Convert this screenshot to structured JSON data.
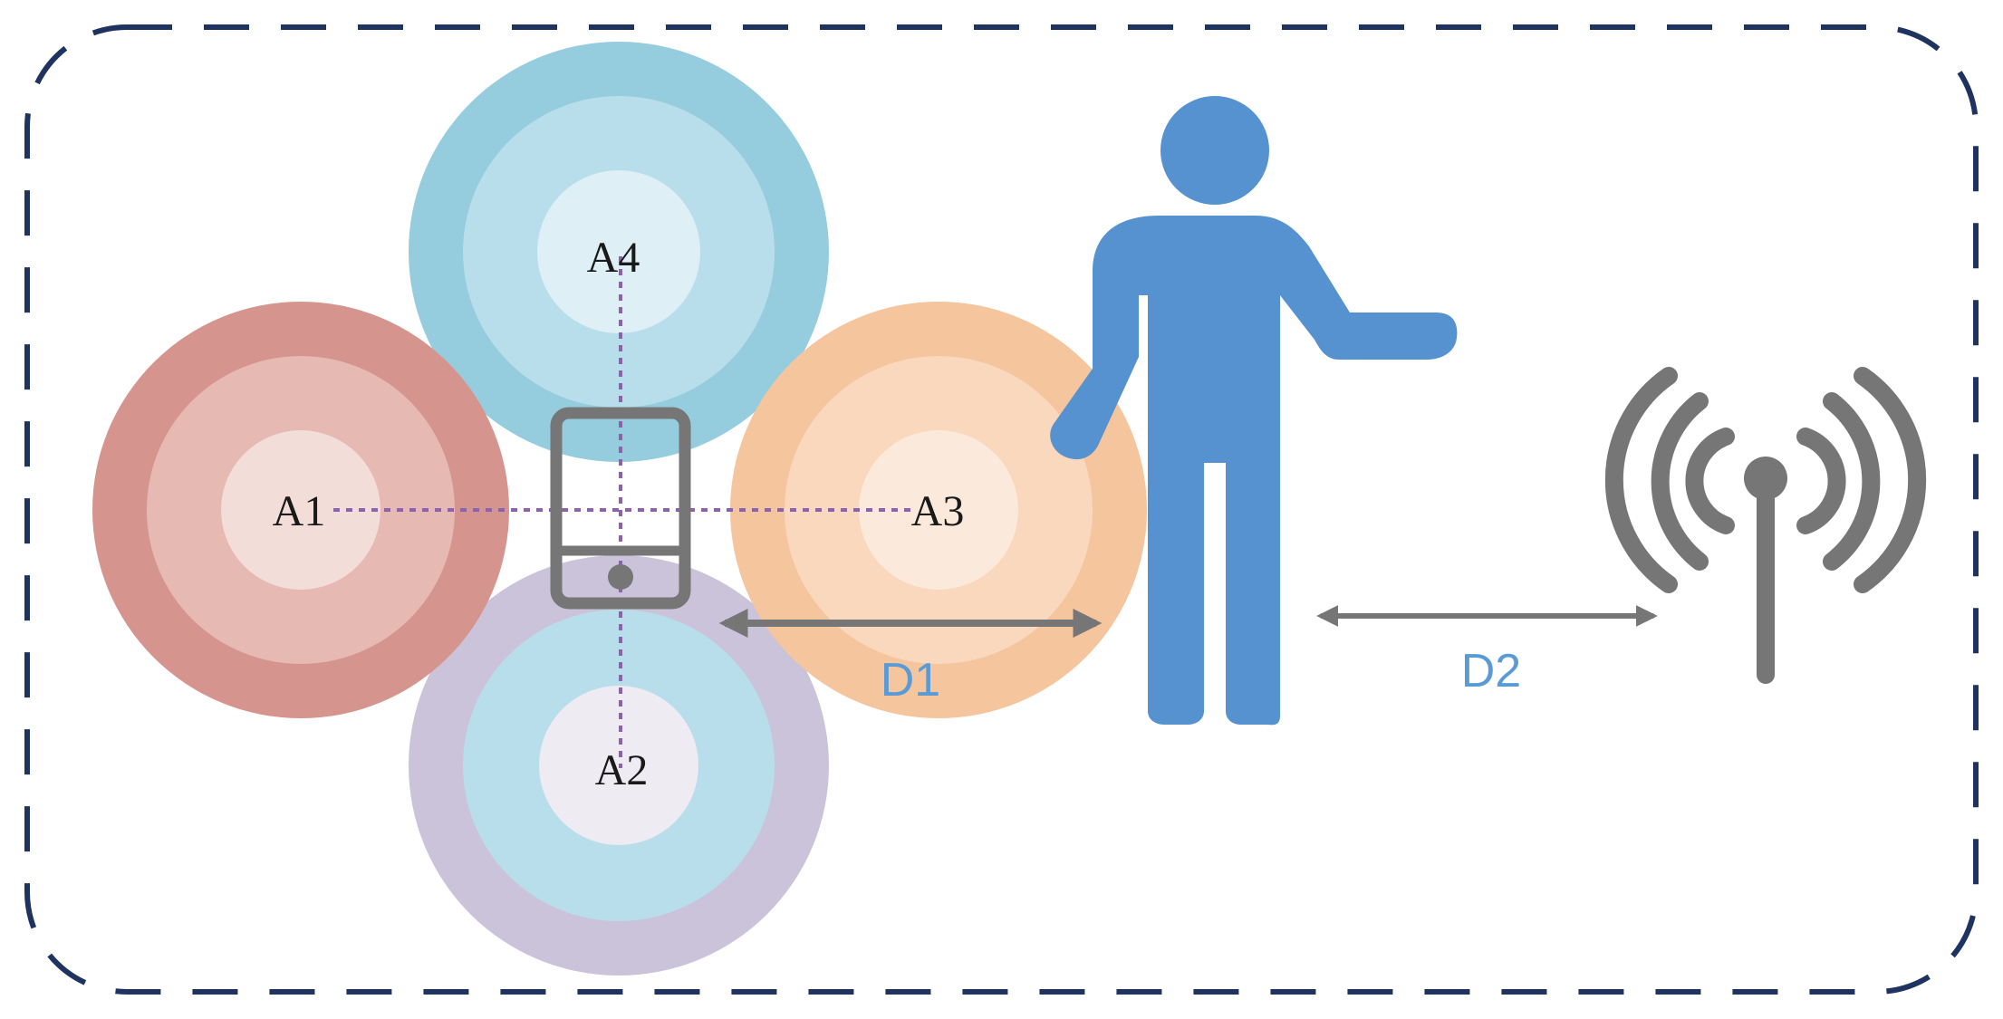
{
  "anchors": [
    {
      "id": "a1",
      "label": "A1",
      "ring_colors": [
        "#d6948e",
        "#e6b9b3",
        "#f3ddd9"
      ]
    },
    {
      "id": "a2",
      "label": "A2",
      "ring_colors": [
        "#cbc3da",
        "#b8deeb",
        "#eeebf2"
      ]
    },
    {
      "id": "a3",
      "label": "A3",
      "ring_colors": [
        "#f5c59d",
        "#f9d8bd",
        "#fbeadb"
      ]
    },
    {
      "id": "a4",
      "label": "A4",
      "ring_colors": [
        "#95cddf",
        "#b9deeb",
        "#deeff5"
      ]
    }
  ],
  "distances": {
    "d1": "D1",
    "d2": "D2"
  },
  "colors": {
    "border": "#1f3361",
    "person": "#5592cf",
    "device": "#767676",
    "arrow": "#767676",
    "dotted_lines": "#8a63a8",
    "distance_label": "#5b9bd5"
  },
  "icons": [
    "smartphone-icon",
    "person-icon",
    "antenna-icon"
  ]
}
